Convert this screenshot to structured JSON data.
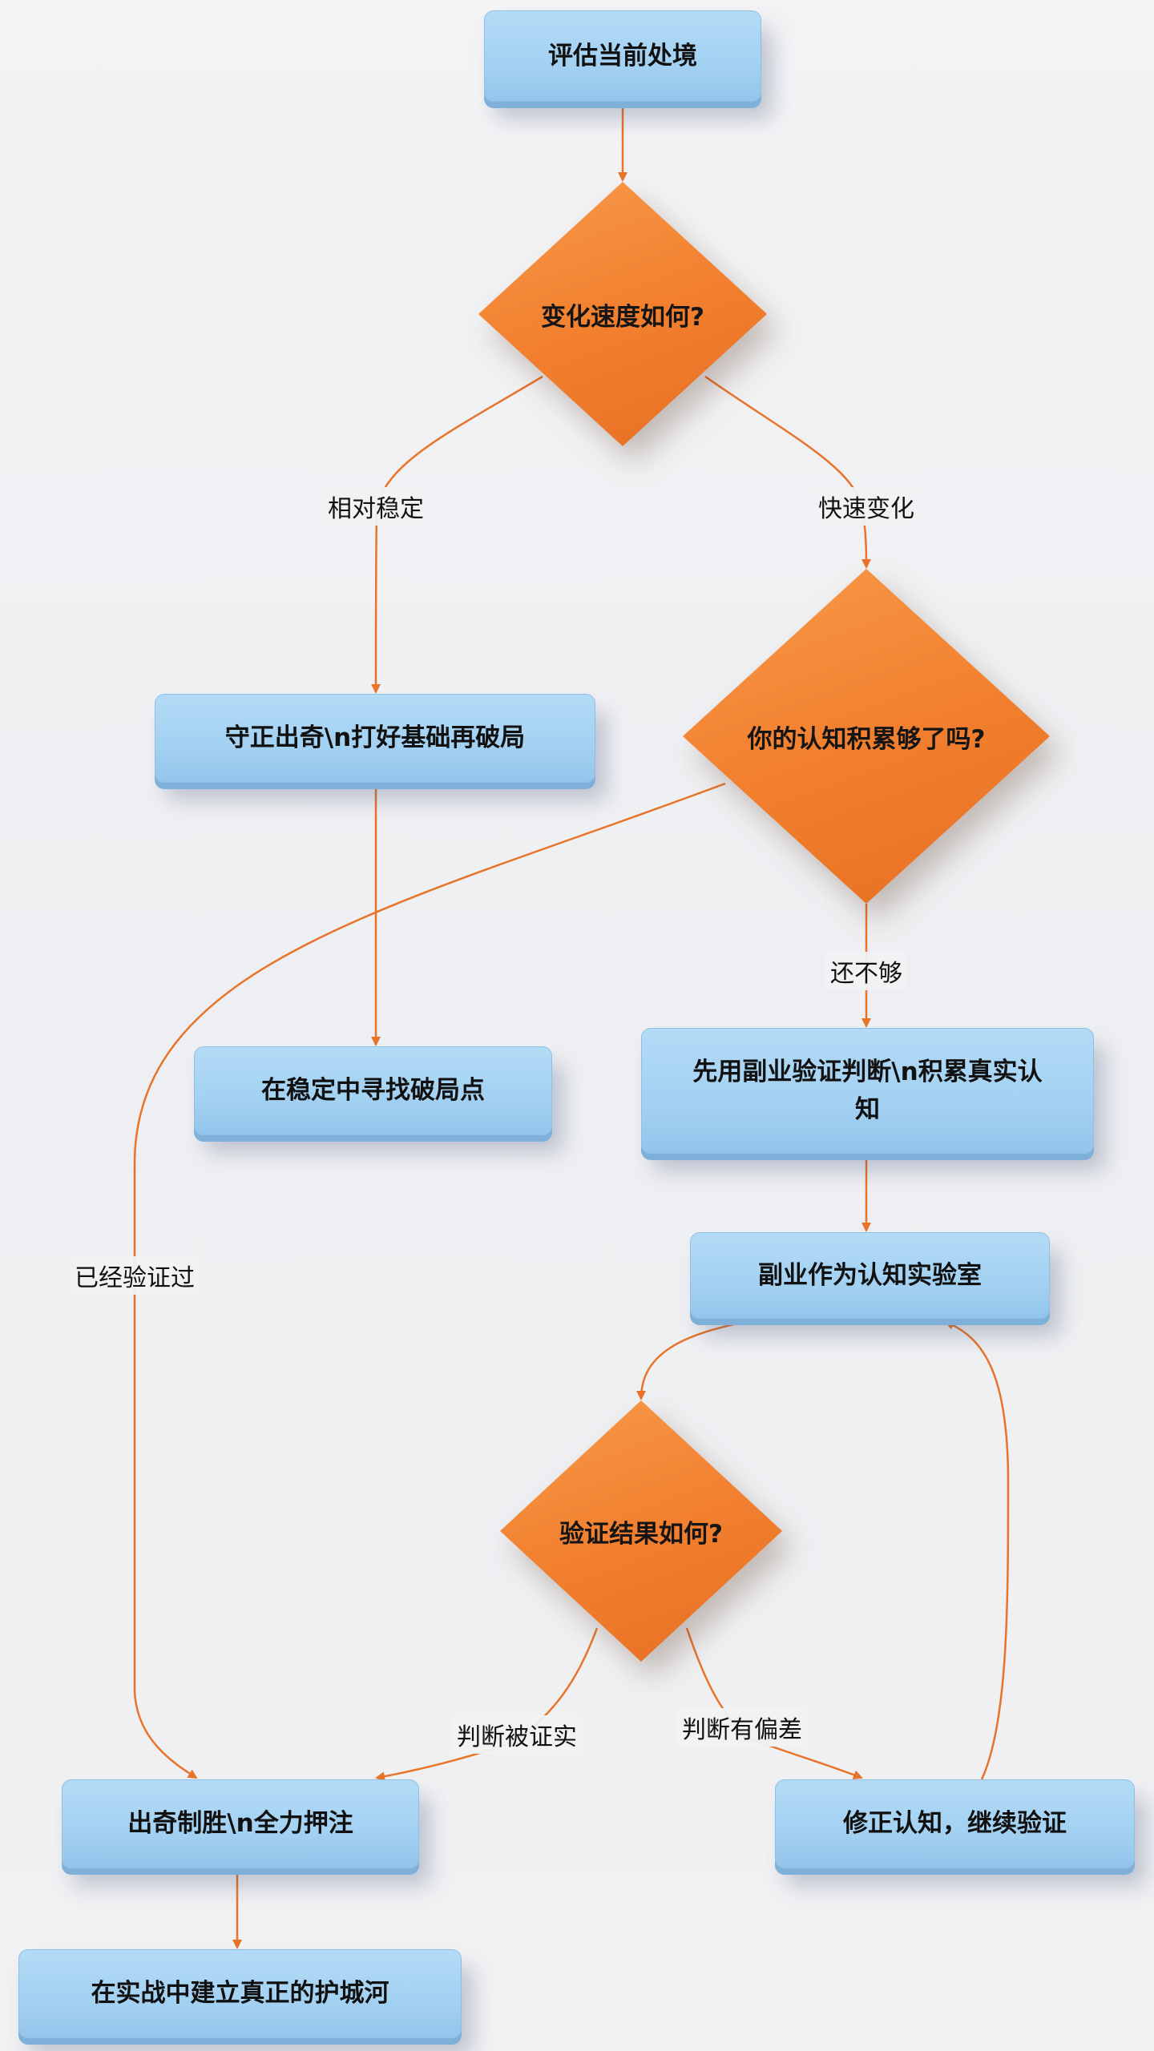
{
  "colors": {
    "edge": "#e8742a",
    "process": "#a8d4f4",
    "decision": "#f2802f"
  },
  "nodes": {
    "n1": "评估当前处境",
    "d1": "变化速度如何?",
    "n2": "守正出奇\\n打好基础再破局",
    "d2": "你的认知积累够了吗?",
    "n3": "在稳定中寻找破局点",
    "n4": "先用副业验证判断\\n积累真实认知",
    "n5": "副业作为认知实验室",
    "d3": "验证结果如何?",
    "n6": "出奇制胜\\n全力押注",
    "n7": "修正认知，继续验证",
    "n8": "在实战中建立真正的护城河"
  },
  "edge_labels": {
    "stable": "相对稳定",
    "fast": "快速变化",
    "not_enough": "还不够",
    "verified_already": "已经验证过",
    "confirmed": "判断被证实",
    "biased": "判断有偏差"
  }
}
